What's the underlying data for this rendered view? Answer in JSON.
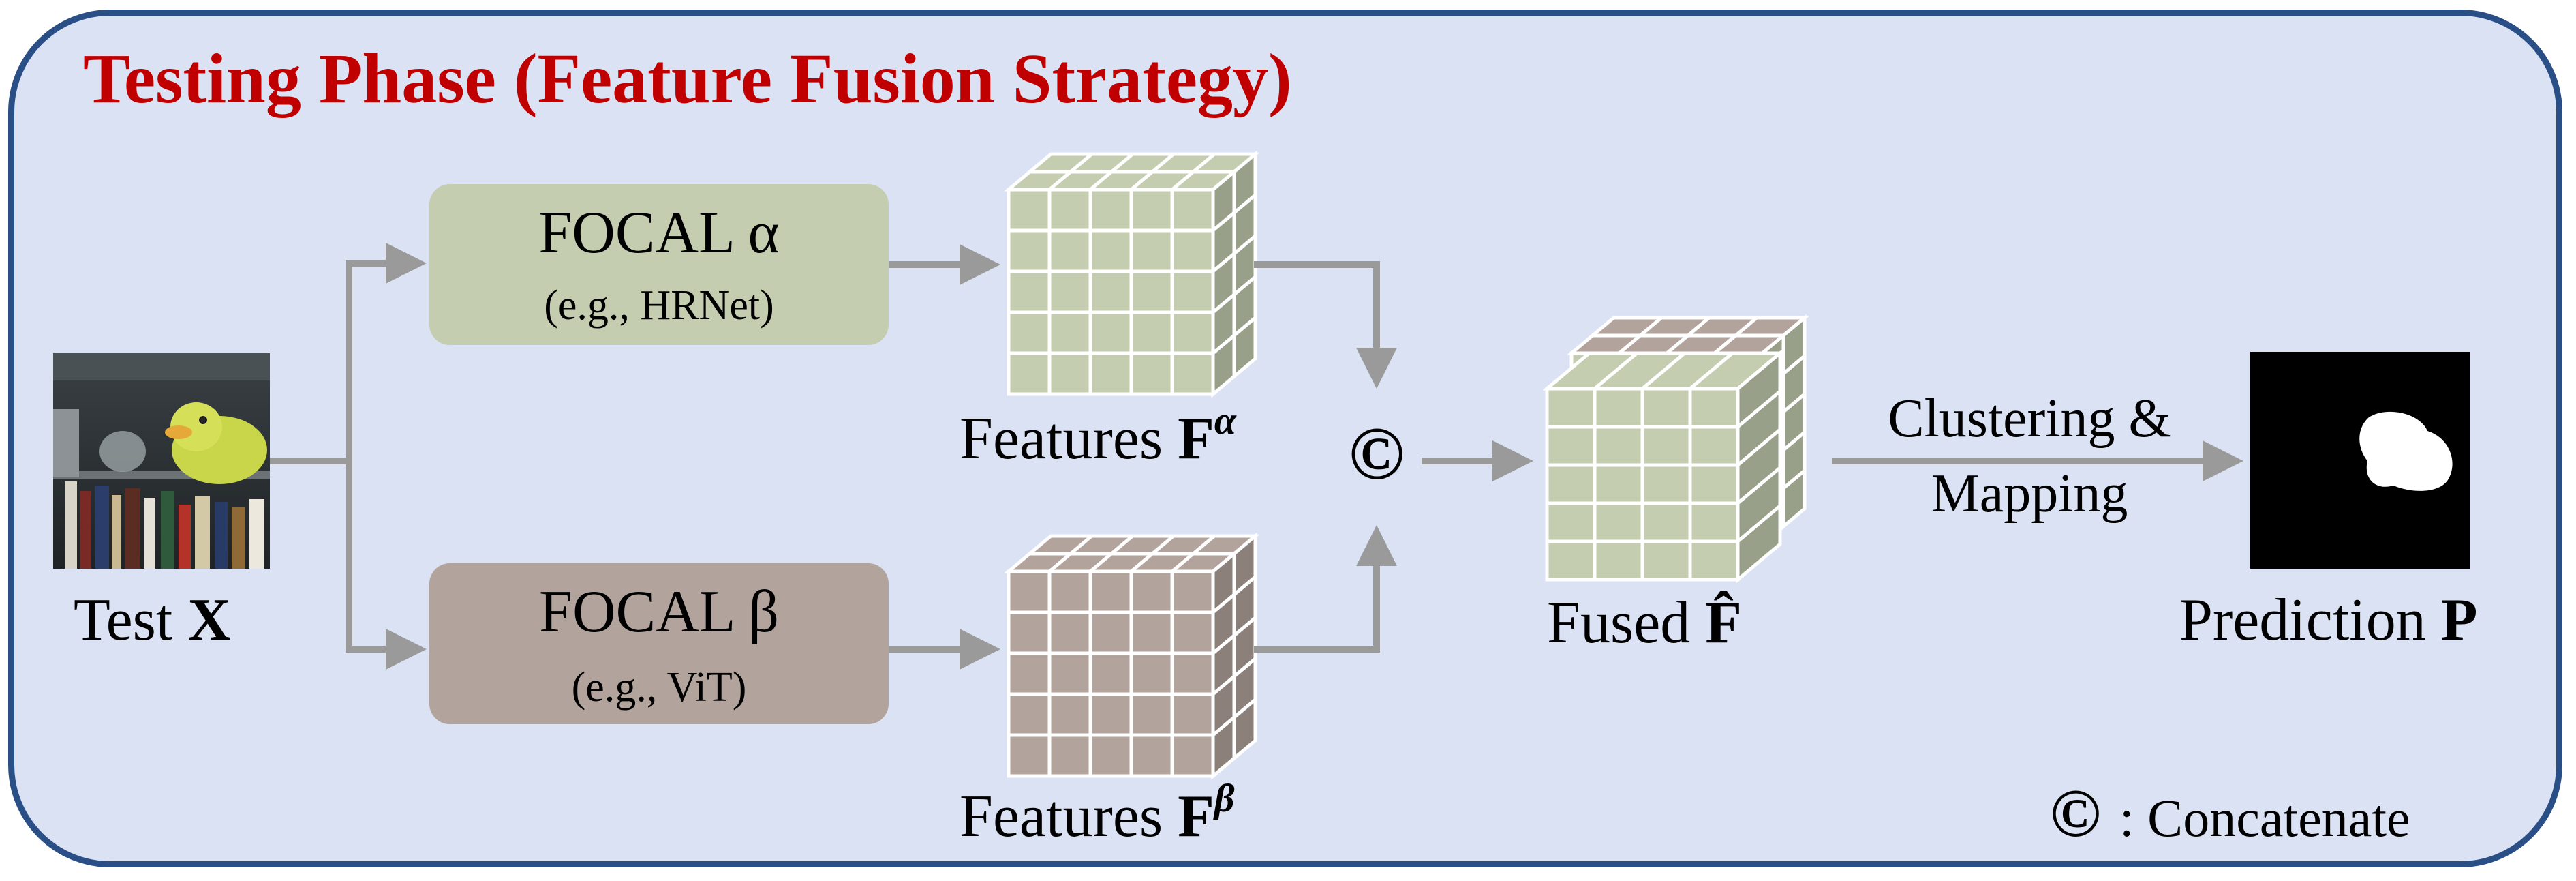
{
  "title": "Testing Phase (Feature Fusion Strategy)",
  "input": {
    "label_prefix": "Test ",
    "label_symbol": "X"
  },
  "models": [
    {
      "name": "FOCAL α",
      "example": "(e.g., HRNet)",
      "color": "#c4cdb0"
    },
    {
      "name": "FOCAL β",
      "example": "(e.g., ViT)",
      "color": "#b2a49c"
    }
  ],
  "features": [
    {
      "prefix": "Features ",
      "symbol": "F",
      "superscript": "α",
      "color": "#c4cdb0"
    },
    {
      "prefix": "Features ",
      "symbol": "F",
      "superscript": "β",
      "color": "#b2a49c"
    }
  ],
  "concat_symbol": "©",
  "fused": {
    "prefix": "Fused ",
    "symbol": "F̂"
  },
  "step": {
    "line1": "Clustering &",
    "line2": "Mapping"
  },
  "output": {
    "label_prefix": "Prediction ",
    "label_symbol": "P"
  },
  "legend": {
    "symbol": "©",
    "text": ": Concatenate"
  },
  "colors": {
    "panel_bg": "#dae2f3",
    "panel_border": "#2a4f86",
    "title": "#c00000",
    "arrow": "#9a9a9a",
    "alpha": "#c4cdb0",
    "beta": "#b2a49c"
  }
}
